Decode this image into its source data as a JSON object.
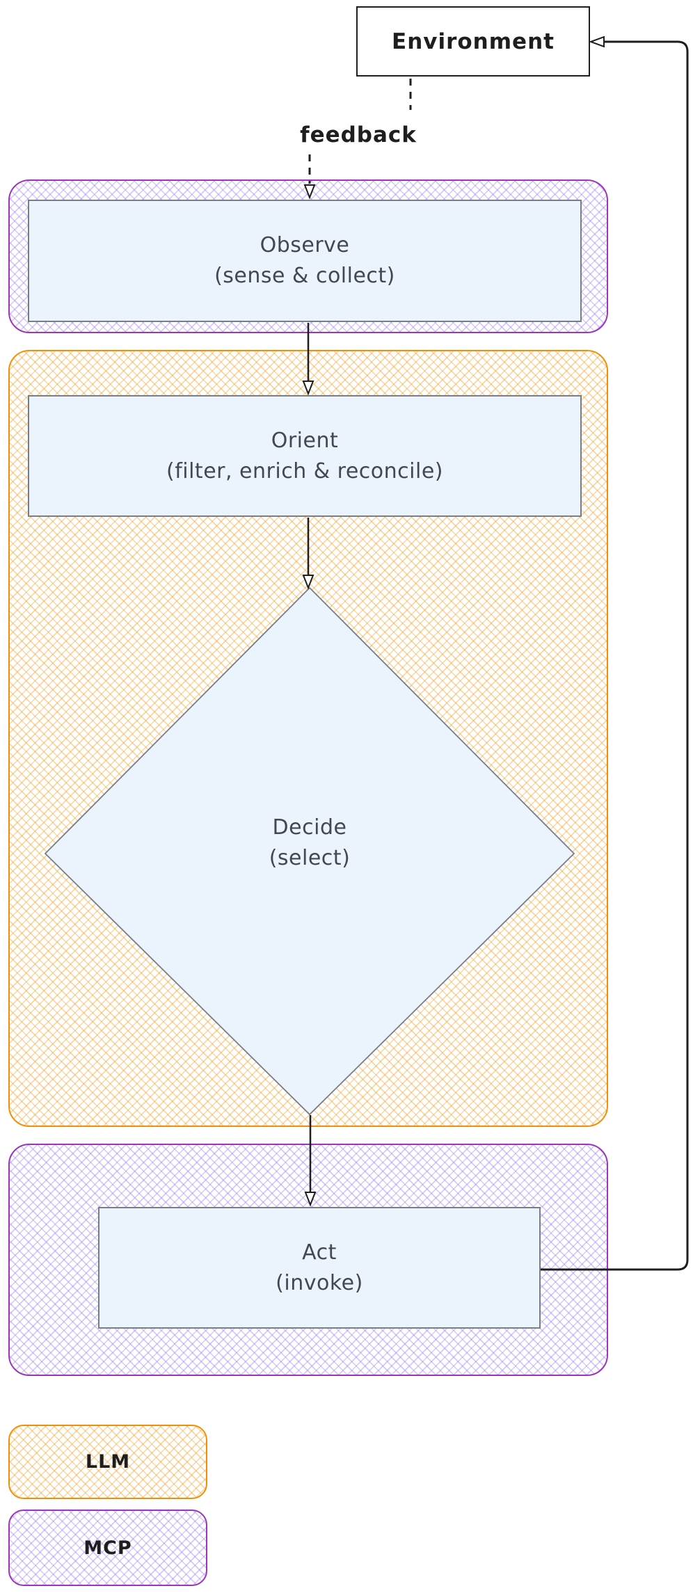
{
  "diagram": {
    "environment": {
      "label": "Environment"
    },
    "feedback_label": "feedback",
    "nodes": {
      "observe": {
        "title": "Observe",
        "subtitle": "(sense & collect)"
      },
      "orient": {
        "title": "Orient",
        "subtitle": "(filter, enrich & reconcile)"
      },
      "decide": {
        "title": "Decide",
        "subtitle": "(select)"
      },
      "act": {
        "title": "Act",
        "subtitle": "(invoke)"
      }
    },
    "legend": [
      {
        "label": "LLM",
        "color": "#f0900a"
      },
      {
        "label": "MCP",
        "color": "#9c36b5"
      }
    ],
    "colors": {
      "llm_border": "#f0900a",
      "mcp_border": "#9c36b5",
      "node_fill": "#ebf3fc",
      "node_border": "#797e84",
      "line": "#1e1e1e",
      "node_text": "#43484d"
    }
  }
}
